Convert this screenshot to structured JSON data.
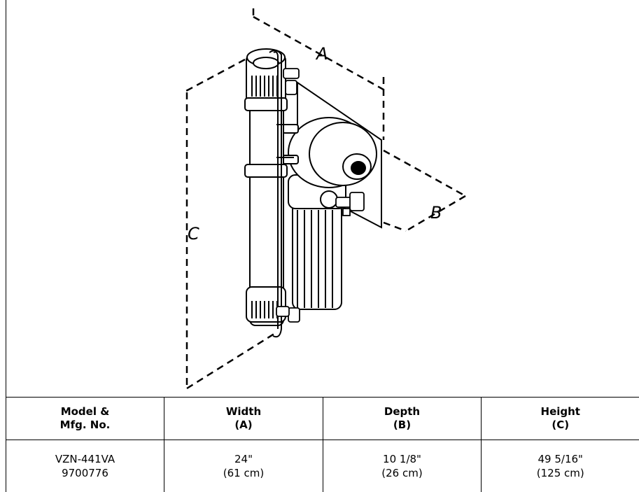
{
  "diagram": {
    "dimension_labels": {
      "width": "A",
      "depth": "B",
      "height": "C"
    }
  },
  "table": {
    "headers": [
      {
        "line1": "Model &",
        "line2": "Mfg. No."
      },
      {
        "line1": "Width",
        "line2": "(A)"
      },
      {
        "line1": "Depth",
        "line2": "(B)"
      },
      {
        "line1": "Height",
        "line2": "(C)"
      }
    ],
    "rows": [
      [
        {
          "line1": "VZN-441VA",
          "line2": "9700776"
        },
        {
          "line1": "24\"",
          "line2": "(61 cm)"
        },
        {
          "line1": "10 1/8\"",
          "line2": "(26 cm)"
        },
        {
          "line1": "49 5/16\"",
          "line2": "(125 cm)"
        }
      ]
    ]
  }
}
